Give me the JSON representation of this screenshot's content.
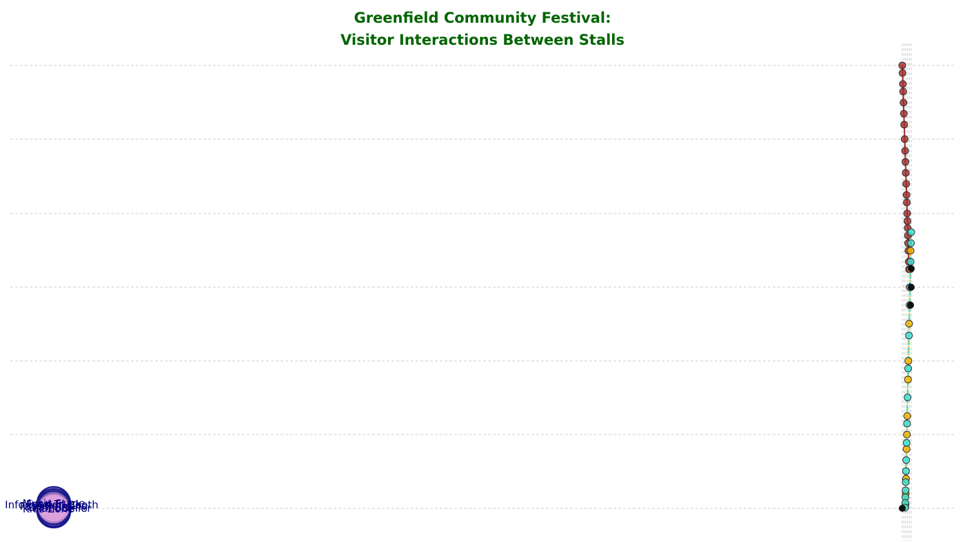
{
  "chart_data": {
    "type": "network",
    "title_lines": [
      "Greenfield Community Festival:",
      "Visitor Interactions Between Stalls"
    ],
    "nodes": [
      "Face Painting",
      "Food Truck",
      "Kids Zone",
      "Music Stage",
      "Craft Stall",
      "Information Booth",
      "Plant Seller"
    ],
    "node_labels_visible": [
      "Food Truck",
      "Face Painting",
      "Music Stage",
      "Plant Seller",
      "Craft Stall",
      "Information Booth",
      "Kids Zone"
    ],
    "edges": [
      {
        "color": "#a52a2a",
        "style": "solid"
      },
      {
        "color": "#40e0d0",
        "style": "dashed"
      },
      {
        "color": "#f4b400",
        "style": "dotted"
      }
    ],
    "grid": true,
    "axes_visible": false,
    "colors": {
      "title": "#006400",
      "node_fill": "#dda0dd",
      "node_edge": "#1a1a8c",
      "label": "#000080",
      "grid": "#cccccc"
    }
  }
}
